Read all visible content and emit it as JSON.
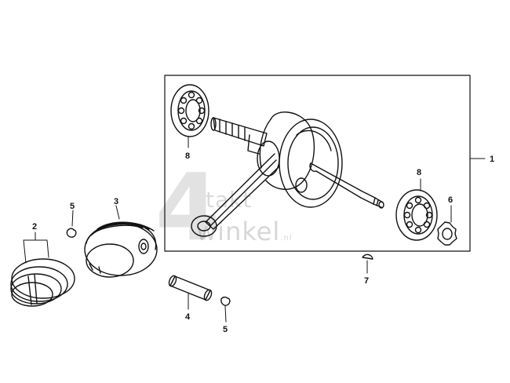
{
  "watermark": {
    "logo_digit": "4",
    "line1": "takt",
    "line2": "winkel",
    "tld": ".nl"
  },
  "callouts": {
    "crankshaft": "1",
    "piston_rings": "2",
    "piston": "3",
    "piston_pin": "4",
    "clip_upper": "5",
    "clip_lower": "5",
    "nut": "6",
    "key": "7",
    "bearing_left": "8",
    "bearing_right": "8"
  }
}
